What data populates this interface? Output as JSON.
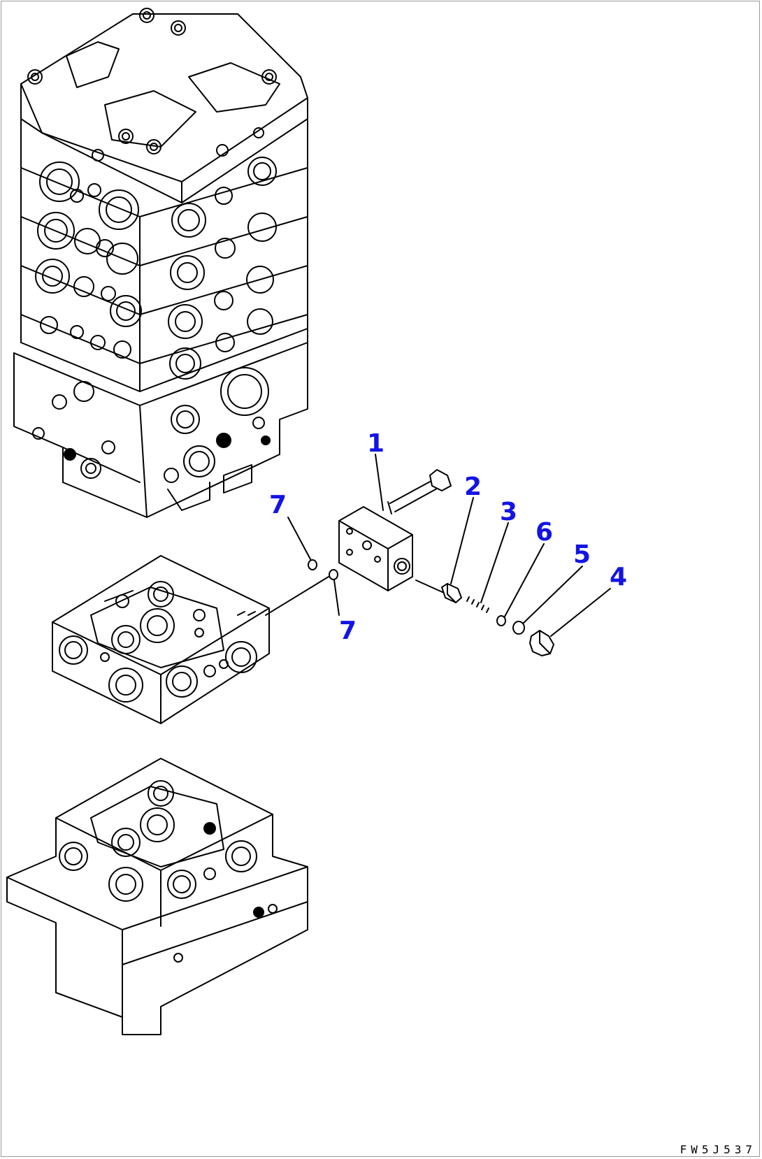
{
  "diagram": {
    "callouts": [
      {
        "id": "c1",
        "label": "1"
      },
      {
        "id": "c2",
        "label": "2"
      },
      {
        "id": "c3",
        "label": "3"
      },
      {
        "id": "c6",
        "label": "6"
      },
      {
        "id": "c5",
        "label": "5"
      },
      {
        "id": "c4",
        "label": "4"
      },
      {
        "id": "c7a",
        "label": "7"
      },
      {
        "id": "c7b",
        "label": "7"
      }
    ],
    "drawing_code": "FW5J537",
    "colors": {
      "callout": "#1414e6",
      "line": "#000000"
    }
  }
}
